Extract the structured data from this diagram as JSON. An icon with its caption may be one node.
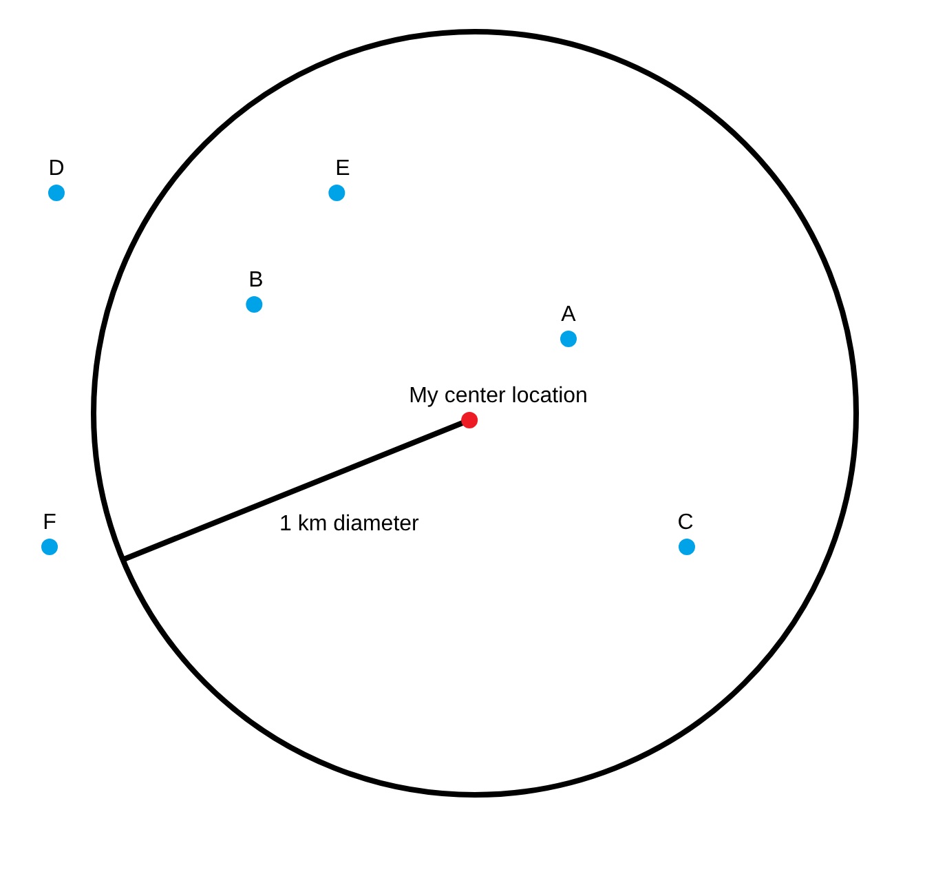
{
  "diagram": {
    "nodes": [
      {
        "text": [],
        "shape": "circle"
      },
      {
        "text": [
          "D"
        ]
      },
      {
        "text": [
          "E"
        ],
        "in": 0
      },
      {
        "text": [
          "B"
        ],
        "in": 0
      },
      {
        "text": [
          "A"
        ],
        "in": 0
      },
      {
        "text": [
          "My center location"
        ],
        "in": 0
      },
      {
        "text": [
          "F"
        ]
      },
      {
        "text": [
          "C"
        ],
        "in": 0
      }
    ],
    "labels": [
      "1 km diameter"
    ]
  }
}
